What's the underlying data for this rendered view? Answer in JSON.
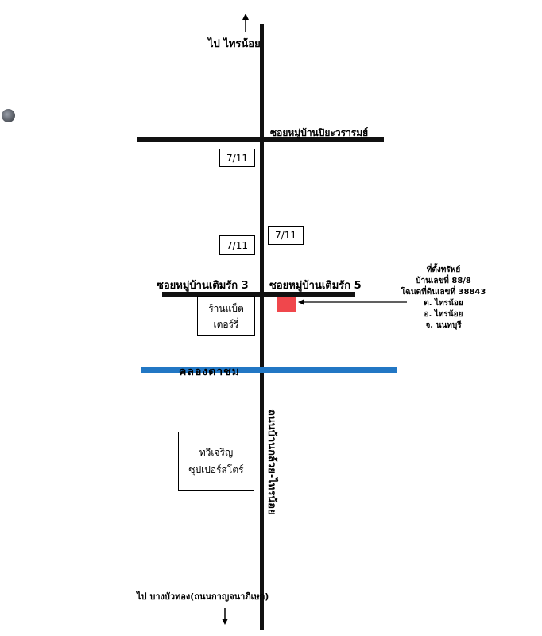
{
  "map": {
    "top_destination": "ไป ไทรน้อย",
    "bottom_destination": "ไป บางบัวทอง(ถนนกาญจนาภิเษก)",
    "main_road": "ถนนบ้านกล้วย-ไทรน้อย",
    "soi_top": "ซอยหมู่บ้านปิยะวรารมย์",
    "soi_left": "ซอยหมู่บ้านเติมรัก 3",
    "soi_right": "ซอยหมู่บ้านเติมรัก 5",
    "canal": "คลองตาชม",
    "store_1": "7/11",
    "store_2": "7/11",
    "store_3": "7/11",
    "battery_shop_line1": "ร้านแบ็ต",
    "battery_shop_line2": "เตอร์รี่",
    "supermarket_line1": "ทวีเจริญ",
    "supermarket_line2": "ซุปเปอร์สโตร์",
    "property": {
      "line1": "ที่ตั้งทรัพย์",
      "line2": "บ้านเลขที่ 88/8",
      "line3": "โฉนดที่ดินเลขที่ 38843",
      "line4": "ต. ไทรน้อย",
      "line5": "อ. ไทรน้อย",
      "line6": "จ. นนทบุรี"
    },
    "colors": {
      "road": "#111111",
      "canal": "#2277c4",
      "marker": "#f0474c"
    }
  }
}
